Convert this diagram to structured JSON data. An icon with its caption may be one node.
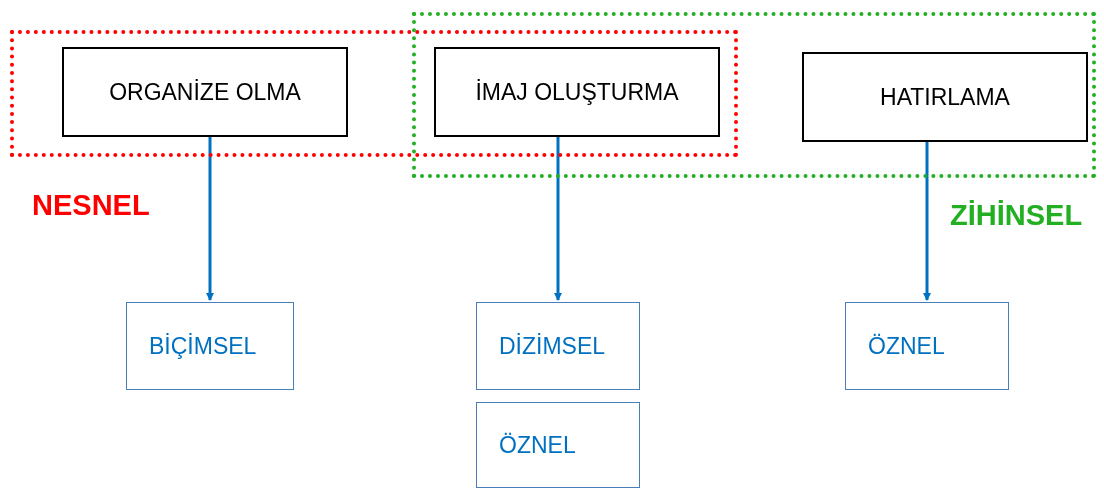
{
  "diagram": {
    "nodes": [
      {
        "text": [
          "NESNEL"
        ]
      },
      {
        "text": [
          "ORGANİZE OLMA"
        ],
        "in": 0
      },
      {
        "text": [
          "ZİHİNSEL"
        ]
      },
      {
        "text": [
          "İMAJ OLUŞTURMA"
        ]
      },
      {
        "text": [
          "HATIRLAMA"
        ],
        "in": 2
      },
      {
        "text": [
          "BİÇİMSEL"
        ]
      },
      {
        "text": [
          "DİZİMSEL"
        ]
      },
      {
        "text": [
          "ÖZNEL"
        ]
      },
      {
        "text": [
          "ÖZNEL"
        ]
      }
    ],
    "edges": [
      {
        "from": 1,
        "to": 5,
        "arrow": "to"
      },
      {
        "from": 3,
        "to": 6,
        "arrow": "to"
      },
      {
        "from": 4,
        "to": 7,
        "arrow": "to"
      }
    ]
  }
}
